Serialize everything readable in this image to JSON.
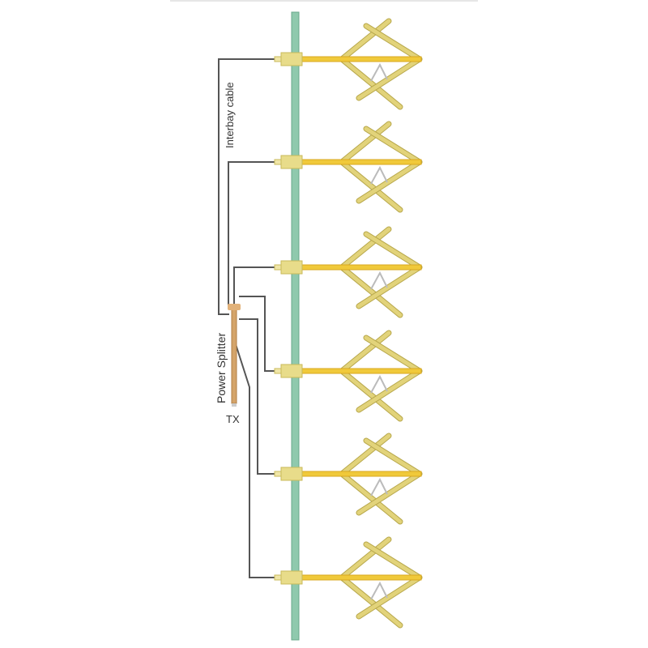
{
  "labels": {
    "interbay_cable": "Interbay cable",
    "power_splitter": "Power Splitter",
    "tx": "TX"
  },
  "bays": 6,
  "colors": {
    "mast": "#8fc9ad",
    "element": "#e2d37a",
    "element_edge": "#b8a84c",
    "boom": "#f0c93a",
    "cable": "#555555",
    "splitter": "#d4a46a",
    "dipole": "#bbbbbb"
  }
}
